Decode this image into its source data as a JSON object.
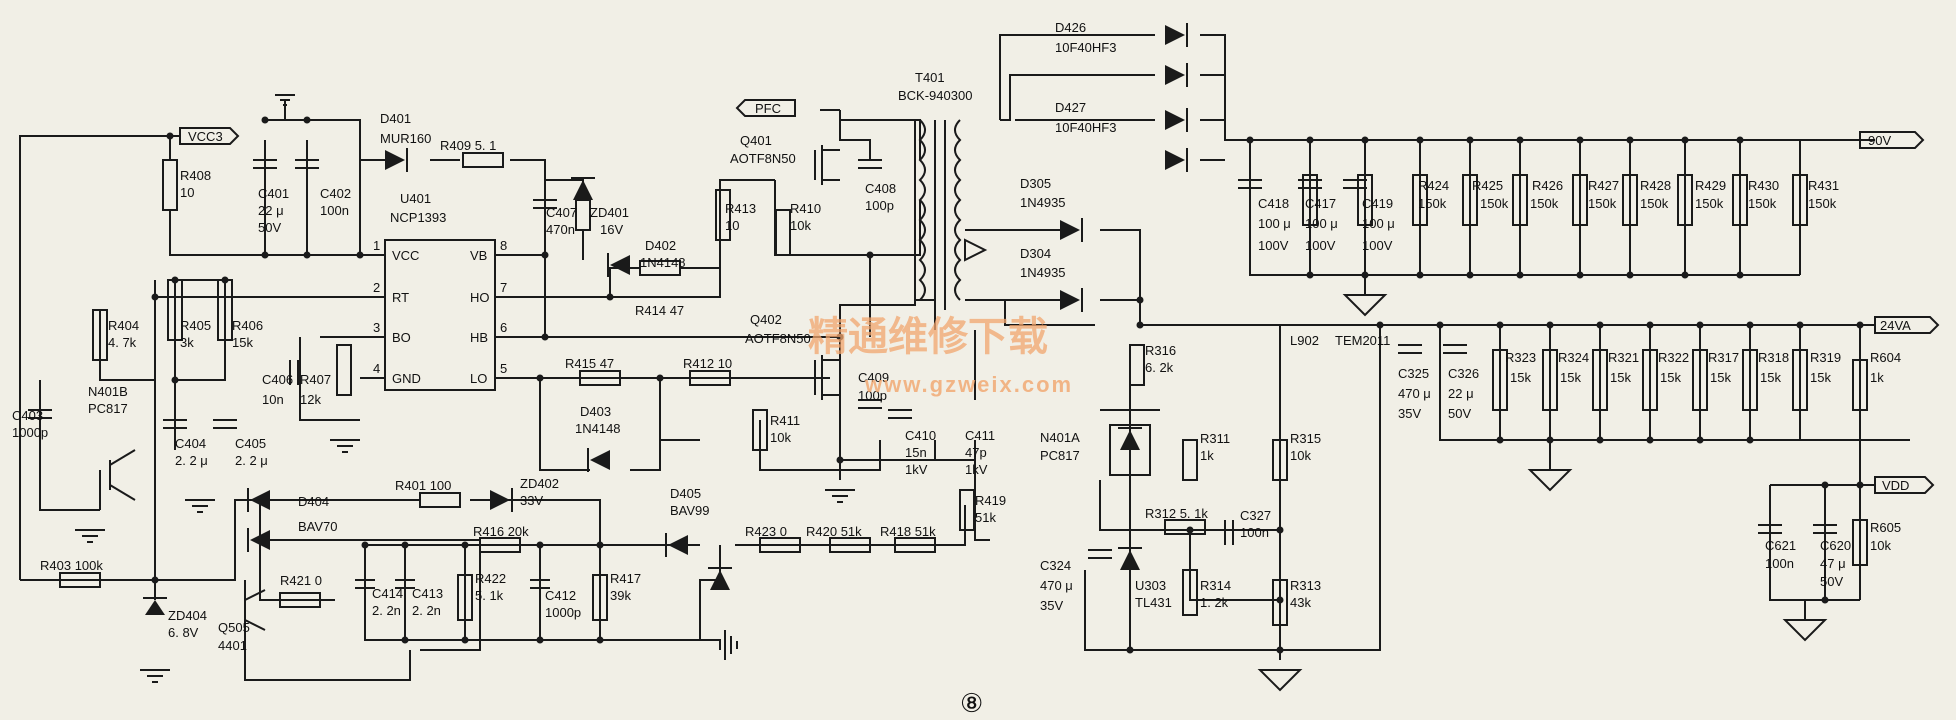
{
  "nets": {
    "vcc3": "VCC3",
    "pfc": "PFC",
    "v90": "90V",
    "v24va": "24VA",
    "vdd": "VDD"
  },
  "pins": {
    "vcc": "VCC",
    "vb": "VB",
    "rt": "RT",
    "ho": "HO",
    "bo": "BO",
    "hb": "HB",
    "gnd": "GND",
    "lo": "LO",
    "n1": "1",
    "n2": "2",
    "n3": "3",
    "n4": "4",
    "n5": "5",
    "n6": "6",
    "n7": "7",
    "n8": "8"
  },
  "labels": {
    "d401_ref": "D401",
    "d401_val": "MUR160",
    "r409": "R409  5. 1",
    "r408_ref": "R408",
    "r408_val": "10",
    "c401_ref": "C401",
    "c401_val1": "22 μ",
    "c401_val2": "50V",
    "c402_ref": "C402",
    "c402_val": "100n",
    "u401_ref": "U401",
    "u401_val": "NCP1393",
    "c407_ref": "C407",
    "c407_val": "470n",
    "zd401_ref": "ZD401",
    "zd401_val": "16V",
    "d402_ref": "D402",
    "d402_val": "1N4148",
    "r414": "R414  47",
    "r413_ref": "R413",
    "r413_val": "10",
    "r410_ref": "R410",
    "r410_val": "10k",
    "q401_ref": "Q401",
    "q401_val": "AOTF8N50",
    "c408_ref": "C408",
    "c408_val": "100p",
    "t401_ref": "T401",
    "t401_val": "BCK-940300",
    "q402_ref": "Q402",
    "q402_val": "AOTF8N50",
    "c409_ref": "C409",
    "c409_val": "100p",
    "c410_ref": "C410",
    "c410_val1": "15n",
    "c410_val2": "1kV",
    "c411_ref": "C411",
    "c411_val1": "47p",
    "c411_val2": "1kV",
    "r419_ref": "R419",
    "r419_val": "51k",
    "r411_ref": "R411",
    "r411_val": "10k",
    "r415": "R415  47",
    "r412": "R412  10",
    "d403_ref": "D403",
    "d403_val": "1N4148",
    "r404_ref": "R404",
    "r404_val": "4. 7k",
    "r405_ref": "R405",
    "r405_val": "3k",
    "r406_ref": "R406",
    "r406_val": "15k",
    "c406_ref": "C406",
    "c406_val": "10n",
    "r407_ref": "R407",
    "r407_val": "12k",
    "n401b_ref": "N401B",
    "n401b_val": "PC817",
    "c403_ref": "C403",
    "c403_val": "1000p",
    "c404_ref": "C404",
    "c404_val": "2. 2 μ",
    "c405_ref": "C405",
    "c405_val": "2. 2 μ",
    "r401": "R401  100",
    "zd402_ref": "ZD402",
    "zd402_val": "33V",
    "d404": "D404",
    "bav70": "BAV70",
    "r416": "R416  20k",
    "r403": "R403  100k",
    "r421": "R421  0",
    "c414_ref": "C414",
    "c414_val": "2. 2n",
    "c413_ref": "C413",
    "c413_val": "2. 2n",
    "r422_ref": "R422",
    "r422_val": "5. 1k",
    "c412_ref": "C412",
    "c412_val": "1000p",
    "r417_ref": "R417",
    "r417_val": "39k",
    "zd404_ref": "ZD404",
    "zd404_val": "6. 8V",
    "q505_ref": "Q505",
    "q505_val": "4401",
    "d405_ref": "D405",
    "d405_val": "BAV99",
    "r423": "R423  0",
    "r420": "R420  51k",
    "r418": "R418  51k",
    "d426_ref": "D426",
    "d426_val": "10F40HF3",
    "d427_ref": "D427",
    "d427_val": "10F40HF3",
    "d305_ref": "D305",
    "d305_val": "1N4935",
    "d304_ref": "D304",
    "d304_val": "1N4935",
    "r316_ref": "R316",
    "r316_val": "6. 2k",
    "n401a_ref": "N401A",
    "n401a_val": "PC817",
    "r311_ref": "R311",
    "r311_val": "1k",
    "r315_ref": "R315",
    "r315_val": "10k",
    "r312": "R312  5. 1k",
    "c327_ref": "C327",
    "c327_val": "100n",
    "c324_ref": "C324",
    "c324_val1": "470 μ",
    "c324_val2": "35V",
    "u303_ref": "U303",
    "u303_val": "TL431",
    "r314_ref": "R314",
    "r314_val": "1. 2k",
    "r313_ref": "R313",
    "r313_val": "43k",
    "l902": "L902",
    "l902_val": "TEM2011",
    "c418_ref": "C418",
    "c418_val1": "100 μ",
    "c418_val2": "100V",
    "c417_ref": "C417",
    "c417_val1": "100 μ",
    "c417_val2": "100V",
    "c419_ref": "C419",
    "c419_val1": "100 μ",
    "c419_val2": "100V",
    "r424_ref": "R424",
    "r424_val": "150k",
    "r425_ref": "R425",
    "r425_val": "150k",
    "r426_ref": "R426",
    "r426_val": "150k",
    "r427_ref": "R427",
    "r427_val": "150k",
    "r428_ref": "R428",
    "r428_val": "150k",
    "r429_ref": "R429",
    "r429_val": "150k",
    "r430_ref": "R430",
    "r430_val": "150k",
    "r431_ref": "R431",
    "r431_val": "150k",
    "c325_ref": "C325",
    "c325_val1": "470 μ",
    "c325_val2": "35V",
    "c326_ref": "C326",
    "c326_val1": "22 μ",
    "c326_val2": "50V",
    "r323_ref": "R323",
    "r323_val": "15k",
    "r324_ref": "R324",
    "r324_val": "15k",
    "r321_ref": "R321",
    "r321_val": "15k",
    "r322_ref": "R322",
    "r322_val": "15k",
    "r317_ref": "R317",
    "r317_val": "15k",
    "r318_ref": "R318",
    "r318_val": "15k",
    "r319_ref": "R319",
    "r319_val": "15k",
    "r604_ref": "R604",
    "r604_val": "1k",
    "c621_ref": "C621",
    "c621_val": "100n",
    "c620_ref": "C620",
    "c620_val1": "47 μ",
    "c620_val2": "50V",
    "r605_ref": "R605",
    "r605_val": "10k"
  },
  "watermark": {
    "cn": "精通维修下载",
    "url": "www.gzweix.com"
  },
  "figure": {
    "number": "⑧"
  }
}
